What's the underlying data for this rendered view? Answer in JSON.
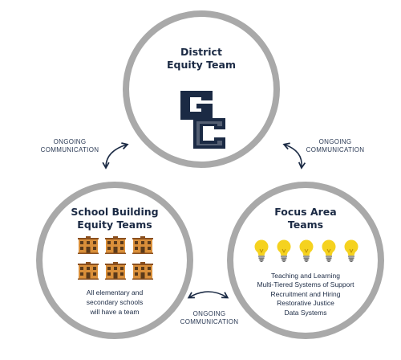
{
  "top_circle": {
    "title_line1": "District",
    "title_line2": "Equity Team",
    "logo_icon": "gc-logo"
  },
  "left_circle": {
    "title_line1": "School Building",
    "title_line2": "Equity Teams",
    "building_icon": "school-building-icon",
    "building_count": 6,
    "note_line1": "All elementary and",
    "note_line2": "secondary schools",
    "note_line3": "will have a team"
  },
  "right_circle": {
    "title_line1": "Focus Area",
    "title_line2": "Teams",
    "bulb_icon": "lightbulb-icon",
    "bulb_count": 5,
    "items": [
      "Teaching and Learning",
      "Multi-Tiered Systems of Support",
      "Recruitment and Hiring",
      "Restorative Justice",
      "Data Systems"
    ]
  },
  "communication": {
    "left": {
      "line1": "ONGOING",
      "line2": "COMMUNICATION"
    },
    "right": {
      "line1": "ONGOING",
      "line2": "COMMUNICATION"
    },
    "bottom": {
      "line1": "ONGOING",
      "line2": "COMMUNICATION"
    }
  },
  "colors": {
    "ring": "#a9a9a9",
    "navy": "#1b2a44",
    "building": "#d98f3a",
    "bulb": "#f5d21f"
  }
}
